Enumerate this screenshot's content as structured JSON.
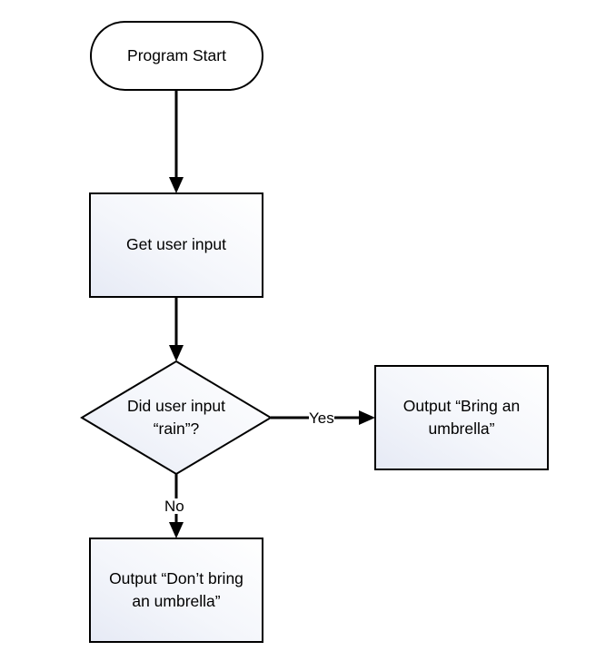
{
  "nodes": {
    "start": {
      "label": "Program Start"
    },
    "input": {
      "label": "Get user input"
    },
    "decision": {
      "label": "Did user input\n“rain”?"
    },
    "yes_output": {
      "label": "Output “Bring an\numbrella”"
    },
    "no_output": {
      "label": "Output “Don’t bring\nan umbrella”"
    }
  },
  "edges": {
    "yes": {
      "label": "Yes"
    },
    "no": {
      "label": "No"
    }
  },
  "colors": {
    "stroke": "#000000",
    "fill_light": "#ffffff",
    "fill_shade": "#e6eaf5"
  }
}
